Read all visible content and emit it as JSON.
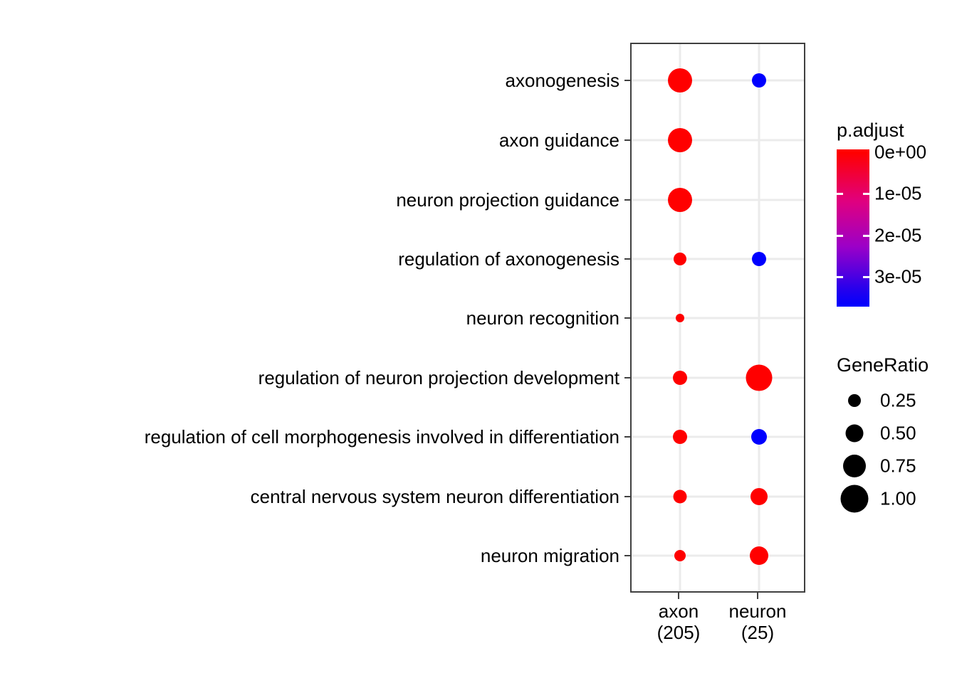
{
  "chart_data": {
    "type": "scatter",
    "title": "",
    "xlabel": "",
    "ylabel": "",
    "grid": true,
    "legend_position": "right",
    "categories": [
      "axon (205)",
      "neuron (25)"
    ],
    "x_tick_labels": [
      {
        "name": "axon",
        "count": "(205)"
      },
      {
        "name": "neuron",
        "count": "(25)"
      }
    ],
    "y_tick_labels": [
      "axonogenesis",
      "axon guidance",
      "neuron projection guidance",
      "regulation of axonogenesis",
      "neuron recognition",
      "regulation of neuron projection development",
      "regulation of cell morphogenesis involved in differentiation",
      "central nervous system neuron differentiation",
      "neuron migration"
    ],
    "points": [
      {
        "term": "axonogenesis",
        "cluster": "axon",
        "gene_ratio": 0.95,
        "p_adjust": 0.0,
        "color": "#ff0000",
        "radius": 17
      },
      {
        "term": "axonogenesis",
        "cluster": "neuron",
        "gene_ratio": 0.5,
        "p_adjust": 3.3e-05,
        "color": "#0000ff",
        "radius": 10
      },
      {
        "term": "axon guidance",
        "cluster": "axon",
        "gene_ratio": 0.92,
        "p_adjust": 0.0,
        "color": "#ff0000",
        "radius": 17
      },
      {
        "term": "neuron projection guidance",
        "cluster": "axon",
        "gene_ratio": 0.92,
        "p_adjust": 0.0,
        "color": "#ff0000",
        "radius": 17
      },
      {
        "term": "regulation of axonogenesis",
        "cluster": "axon",
        "gene_ratio": 0.28,
        "p_adjust": 0.0,
        "color": "#ff0000",
        "radius": 9
      },
      {
        "term": "regulation of axonogenesis",
        "cluster": "neuron",
        "gene_ratio": 0.5,
        "p_adjust": 3.3e-05,
        "color": "#0000ff",
        "radius": 10
      },
      {
        "term": "neuron recognition",
        "cluster": "axon",
        "gene_ratio": 0.13,
        "p_adjust": 0.0,
        "color": "#ff0000",
        "radius": 6
      },
      {
        "term": "regulation of neuron projection development",
        "cluster": "axon",
        "gene_ratio": 0.32,
        "p_adjust": 0.0,
        "color": "#ff0000",
        "radius": 10
      },
      {
        "term": "regulation of neuron projection development",
        "cluster": "neuron",
        "gene_ratio": 1.0,
        "p_adjust": 0.0,
        "color": "#ff0000",
        "radius": 18
      },
      {
        "term": "regulation of cell morphogenesis involved in differentiation",
        "cluster": "axon",
        "gene_ratio": 0.3,
        "p_adjust": 0.0,
        "color": "#ff0000",
        "radius": 10
      },
      {
        "term": "regulation of cell morphogenesis involved in differentiation",
        "cluster": "neuron",
        "gene_ratio": 0.5,
        "p_adjust": 3.3e-05,
        "color": "#0000ff",
        "radius": 11
      },
      {
        "term": "central nervous system neuron differentiation",
        "cluster": "axon",
        "gene_ratio": 0.26,
        "p_adjust": 0.0,
        "color": "#ff0000",
        "radius": 9
      },
      {
        "term": "central nervous system neuron differentiation",
        "cluster": "neuron",
        "gene_ratio": 0.62,
        "p_adjust": 0.0,
        "color": "#ff0000",
        "radius": 12
      },
      {
        "term": "neuron migration",
        "cluster": "axon",
        "gene_ratio": 0.2,
        "p_adjust": 0.0,
        "color": "#ff0000",
        "radius": 8
      },
      {
        "term": "neuron migration",
        "cluster": "neuron",
        "gene_ratio": 0.68,
        "p_adjust": 0.0,
        "color": "#ff0000",
        "radius": 13
      }
    ],
    "color_legend": {
      "title": "p.adjust",
      "ticks": [
        "0e+00",
        "1e-05",
        "2e-05",
        "3e-05"
      ],
      "tick_values": [
        0,
        1e-05,
        2e-05,
        3e-05
      ],
      "color_high": "#ff0000",
      "color_low": "#0000ff",
      "range": [
        0,
        3.4e-05
      ]
    },
    "size_legend": {
      "title": "GeneRatio",
      "ticks": [
        "0.25",
        "0.50",
        "0.75",
        "1.00"
      ],
      "tick_values": [
        0.25,
        0.5,
        0.75,
        1.0
      ],
      "dot_color": "#000000"
    }
  },
  "axes": {
    "panel_border_color": "#404040",
    "grid_color": "#ebebeb",
    "background": "#ffffff"
  }
}
